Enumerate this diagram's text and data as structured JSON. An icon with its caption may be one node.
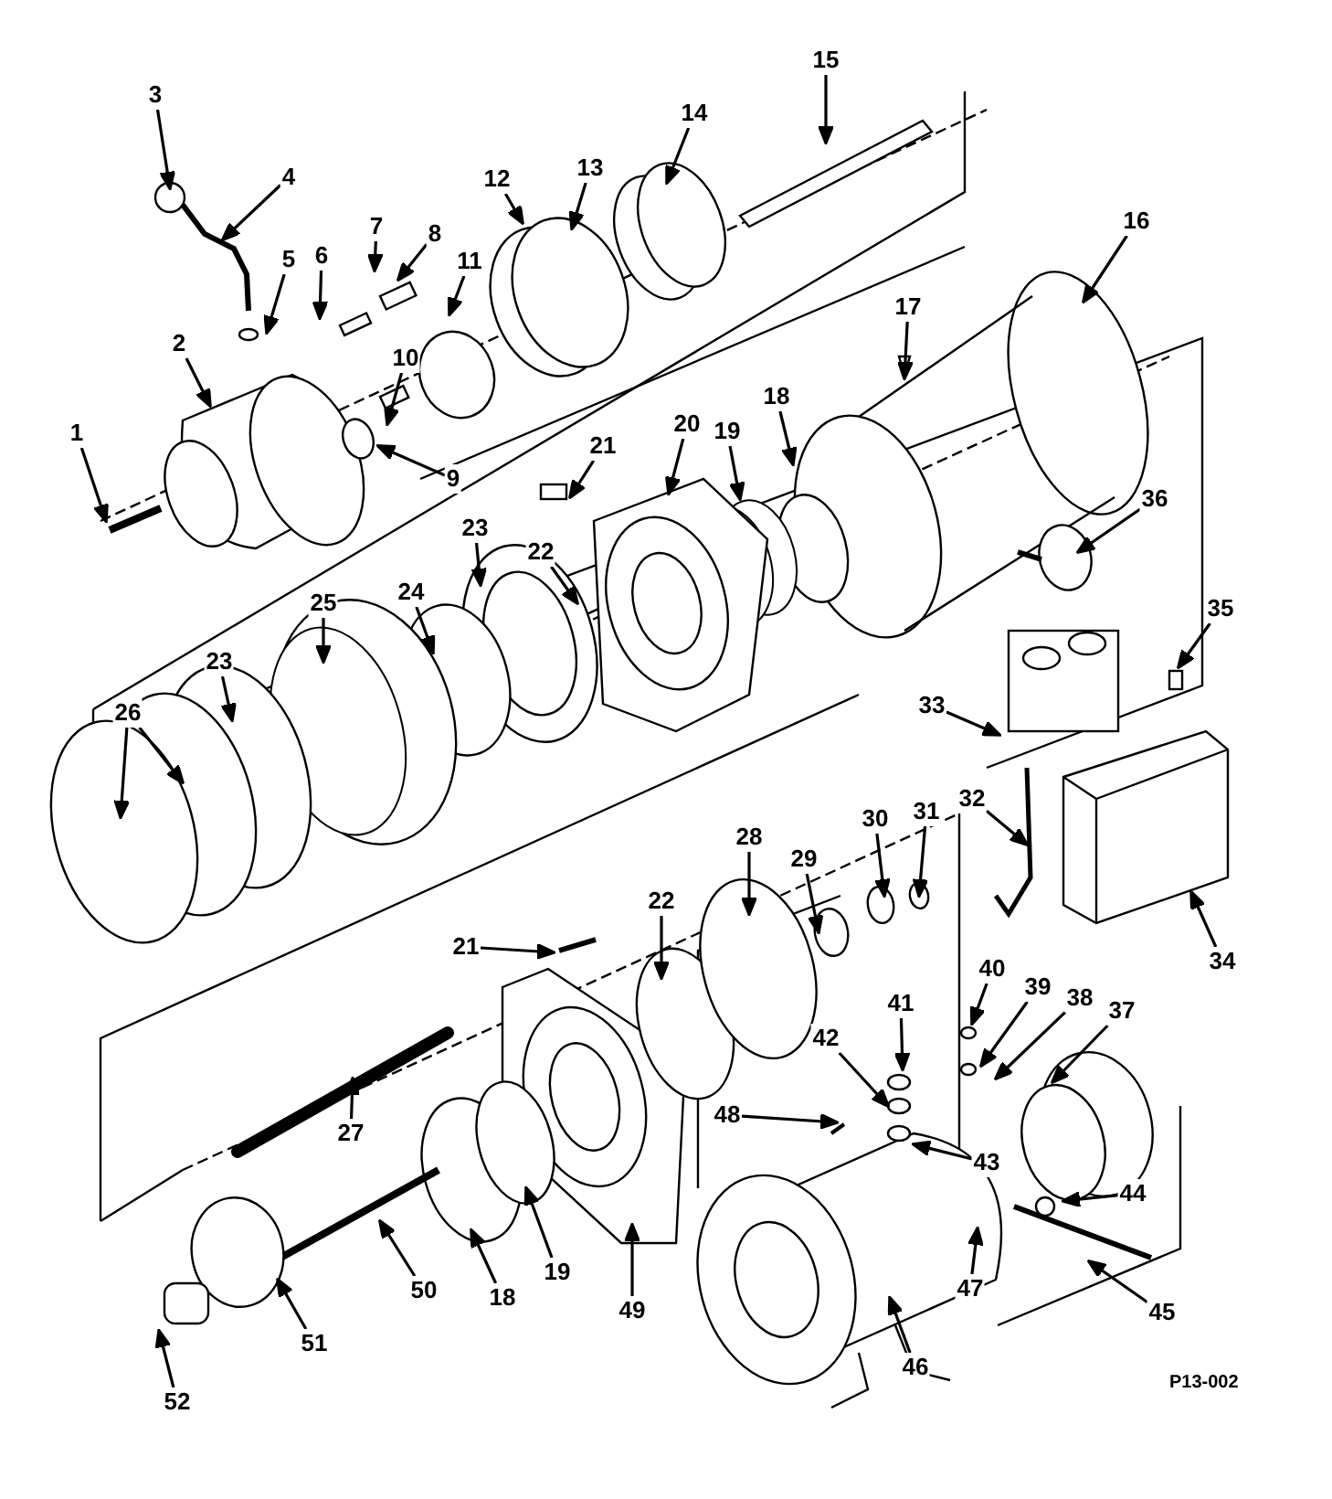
{
  "diagram": {
    "nodes": [
      {
        "text": [
          "1"
        ]
      },
      {
        "text": [
          "2"
        ]
      },
      {
        "text": [
          "3"
        ]
      },
      {
        "text": [
          "4"
        ]
      },
      {
        "text": [
          "5"
        ]
      },
      {
        "text": [
          "6"
        ]
      },
      {
        "text": [
          "7"
        ]
      },
      {
        "text": [
          "8"
        ]
      },
      {
        "text": [
          "9"
        ]
      },
      {
        "text": [
          "10"
        ]
      },
      {
        "text": [
          "11"
        ]
      },
      {
        "text": [
          "12"
        ]
      },
      {
        "text": [
          "13"
        ]
      },
      {
        "text": [
          "14"
        ]
      },
      {
        "text": [
          "15"
        ]
      },
      {
        "text": [
          "16"
        ]
      },
      {
        "text": [
          "17"
        ]
      },
      {
        "text": [
          "18"
        ]
      },
      {
        "text": [
          "19"
        ]
      },
      {
        "text": [
          "20"
        ]
      },
      {
        "text": [
          "21"
        ]
      },
      {
        "text": [
          "22"
        ]
      },
      {
        "text": [
          "23"
        ]
      },
      {
        "text": [
          "24"
        ]
      },
      {
        "text": [
          "25"
        ]
      },
      {
        "text": [
          "23"
        ]
      },
      {
        "text": [
          "26"
        ]
      },
      {
        "text": [
          "33"
        ]
      },
      {
        "text": [
          "35"
        ]
      },
      {
        "text": [
          "36"
        ]
      },
      {
        "text": [
          "32"
        ]
      },
      {
        "text": [
          "34"
        ]
      },
      {
        "text": [
          "31"
        ]
      },
      {
        "text": [
          "30"
        ]
      },
      {
        "text": [
          "29"
        ]
      },
      {
        "text": [
          "28"
        ]
      },
      {
        "text": [
          "22"
        ]
      },
      {
        "text": [
          "21"
        ]
      },
      {
        "text": [
          "27"
        ]
      },
      {
        "text": [
          "40"
        ]
      },
      {
        "text": [
          "39"
        ]
      },
      {
        "text": [
          "38"
        ]
      },
      {
        "text": [
          "37"
        ]
      },
      {
        "text": [
          "41"
        ]
      },
      {
        "text": [
          "42"
        ]
      },
      {
        "text": [
          "43"
        ]
      },
      {
        "text": [
          "48"
        ]
      },
      {
        "text": [
          "44"
        ]
      },
      {
        "text": [
          "47"
        ]
      },
      {
        "text": [
          "45"
        ]
      },
      {
        "text": [
          "46"
        ]
      },
      {
        "text": [
          "49"
        ]
      },
      {
        "text": [
          "50"
        ]
      },
      {
        "text": [
          "18"
        ]
      },
      {
        "text": [
          "19"
        ]
      },
      {
        "text": [
          "51"
        ]
      },
      {
        "text": [
          "52"
        ]
      }
    ],
    "edges": [
      {
        "from": 0,
        "to": null,
        "arrow": "to"
      },
      {
        "from": 1,
        "to": null,
        "arrow": "to"
      },
      {
        "from": 2,
        "to": null,
        "arrow": "to"
      },
      {
        "from": 3,
        "to": null,
        "arrow": "to"
      },
      {
        "from": 4,
        "to": null,
        "arrow": "to"
      },
      {
        "from": 5,
        "to": null,
        "arrow": "to"
      },
      {
        "from": 6,
        "to": null,
        "arrow": "to"
      },
      {
        "from": 7,
        "to": null,
        "arrow": "to"
      },
      {
        "from": 8,
        "to": null,
        "arrow": "to"
      },
      {
        "from": 9,
        "to": null,
        "arrow": "to"
      },
      {
        "from": 10,
        "to": null,
        "arrow": "to"
      },
      {
        "from": 11,
        "to": null,
        "arrow": "to"
      },
      {
        "from": 12,
        "to": null,
        "arrow": "to"
      },
      {
        "from": 13,
        "to": null,
        "arrow": "to"
      },
      {
        "from": 14,
        "to": null,
        "arrow": "to"
      },
      {
        "from": 15,
        "to": null,
        "arrow": "to"
      },
      {
        "from": 16,
        "to": null,
        "arrow": "to"
      },
      {
        "from": 17,
        "to": null,
        "arrow": "to"
      },
      {
        "from": 18,
        "to": null,
        "arrow": "to"
      },
      {
        "from": 19,
        "to": null,
        "arrow": "to"
      },
      {
        "from": 20,
        "to": null,
        "arrow": "to"
      },
      {
        "from": 21,
        "to": null,
        "arrow": "to"
      },
      {
        "from": 22,
        "to": null,
        "arrow": "to"
      },
      {
        "from": 23,
        "to": null,
        "arrow": "to"
      },
      {
        "from": 24,
        "to": null,
        "arrow": "to"
      },
      {
        "from": 25,
        "to": null,
        "arrow": "to"
      },
      {
        "from": 26,
        "to": null,
        "arrow": "to"
      },
      {
        "from": 26,
        "to": null,
        "arrow": "to"
      },
      {
        "from": 27,
        "to": null,
        "arrow": "to"
      },
      {
        "from": 28,
        "to": null,
        "arrow": "to"
      },
      {
        "from": 29,
        "to": null,
        "arrow": "to"
      },
      {
        "from": 30,
        "to": null,
        "arrow": "to"
      },
      {
        "from": 31,
        "to": null,
        "arrow": "to"
      },
      {
        "from": 32,
        "to": null,
        "arrow": "to"
      },
      {
        "from": 33,
        "to": null,
        "arrow": "to"
      },
      {
        "from": 34,
        "to": null,
        "arrow": "to"
      },
      {
        "from": 35,
        "to": null,
        "arrow": "to"
      },
      {
        "from": 36,
        "to": null,
        "arrow": "to"
      },
      {
        "from": 37,
        "to": null,
        "arrow": "to"
      },
      {
        "from": 38,
        "to": null,
        "arrow": "to"
      },
      {
        "from": 39,
        "to": null,
        "arrow": "to"
      },
      {
        "from": 40,
        "to": null,
        "arrow": "to"
      },
      {
        "from": 41,
        "to": null,
        "arrow": "to"
      },
      {
        "from": 42,
        "to": null,
        "arrow": "to"
      },
      {
        "from": 43,
        "to": null,
        "arrow": "to"
      },
      {
        "from": 44,
        "to": null,
        "arrow": "to"
      },
      {
        "from": 45,
        "to": null,
        "arrow": "to"
      },
      {
        "from": 46,
        "to": null,
        "arrow": "to"
      },
      {
        "from": 47,
        "to": null,
        "arrow": "to"
      },
      {
        "from": 48,
        "to": null,
        "arrow": "to"
      },
      {
        "from": 49,
        "to": null,
        "arrow": "to"
      },
      {
        "from": 50,
        "to": null,
        "arrow": "to"
      },
      {
        "from": 51,
        "to": null,
        "arrow": "to"
      },
      {
        "from": 52,
        "to": null,
        "arrow": "to"
      },
      {
        "from": 53,
        "to": null,
        "arrow": "to"
      },
      {
        "from": 54,
        "to": null,
        "arrow": "to"
      },
      {
        "from": 55,
        "to": null,
        "arrow": "to"
      },
      {
        "from": 56,
        "to": null,
        "arrow": "to"
      }
    ],
    "labels": [
      "P13-002"
    ]
  }
}
